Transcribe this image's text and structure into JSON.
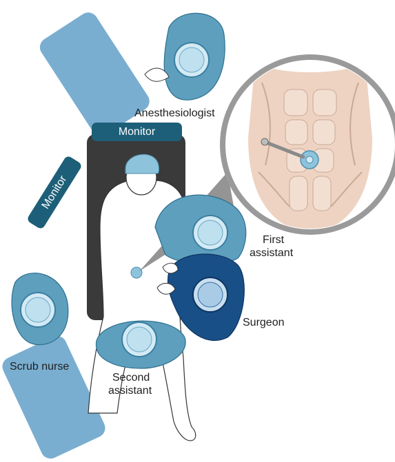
{
  "labels": {
    "anesthesiologist": "Anesthesiologist",
    "monitor_top": "Monitor",
    "monitor_side": "Monitor",
    "first_assistant_line1": "First",
    "first_assistant_line2": "assistant",
    "surgeon": "Surgeon",
    "scrub_nurse": "Scrub nurse",
    "second_assistant_line1": "Second",
    "second_assistant_line2": "assistant"
  },
  "colors": {
    "staff_light": "#5e9fbe",
    "staff_dark": "#184f86",
    "table": "#3a3a3a",
    "monitor": "#1d5f78",
    "furniture": "#7aaed0",
    "skin": "#f6e6dc",
    "cap": "#8ec3dc",
    "inset_skin": "#eed3c2",
    "inset_ring": "#9a9a9a"
  }
}
